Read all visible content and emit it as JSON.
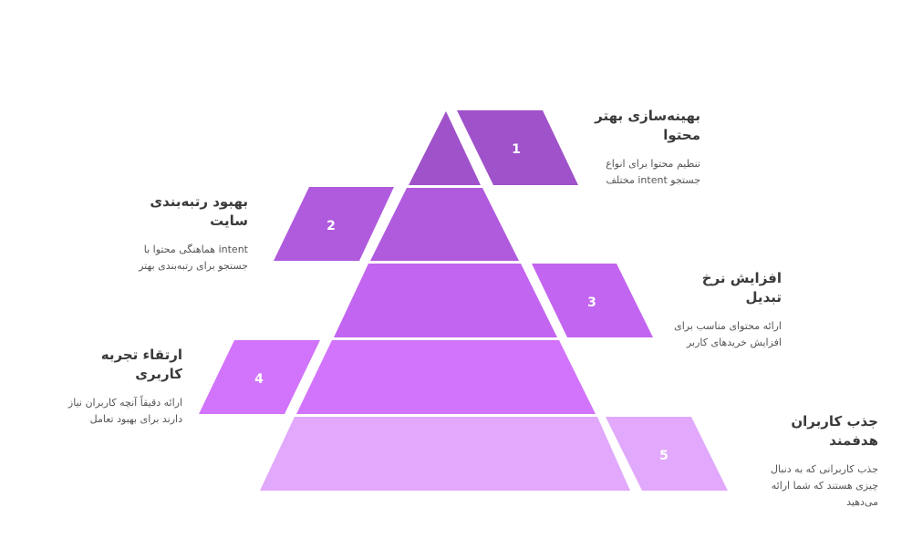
{
  "colors": {
    "level1": "#9f52c9",
    "level2": "#b05bde",
    "level3": "#c265f0",
    "level4": "#d174fb",
    "level5": "#e1a8fb",
    "text_title": "#3a3a3a",
    "text_body": "#555555"
  },
  "levels": [
    {
      "number": "1",
      "title_line1": "بهینه‌سازی بهتر",
      "title_line2": "محتوا",
      "desc_line1": "تنظیم محتوا برای انواع",
      "desc_line2": "جستجو intent مختلف"
    },
    {
      "number": "2",
      "title_line1": "بهبود رتبه‌بندی سایت",
      "title_line2": "",
      "desc_line1": "intent هماهنگی محتوا با",
      "desc_line2": "جستجو برای رتبه‌بندی بهتر"
    },
    {
      "number": "3",
      "title_line1": "افزایش نرخ تبدیل",
      "title_line2": "",
      "desc_line1": "ارائه محتوای مناسب برای",
      "desc_line2": "افزایش خریدهای کاربر"
    },
    {
      "number": "4",
      "title_line1": "ارتقاء تجربه کاربری",
      "title_line2": "",
      "desc_line1": "ارائه دقیقاً آنچه کاربران نیاز",
      "desc_line2": "دارند برای بهبود تعامل"
    },
    {
      "number": "5",
      "title_line1": "جذب کاربران هدفمند",
      "title_line2": "",
      "desc_line1": "جذب کاربرانی که به دنبال",
      "desc_line2": "چیزی هستند که شما ارائه",
      "desc_line3": "می‌دهید"
    }
  ]
}
